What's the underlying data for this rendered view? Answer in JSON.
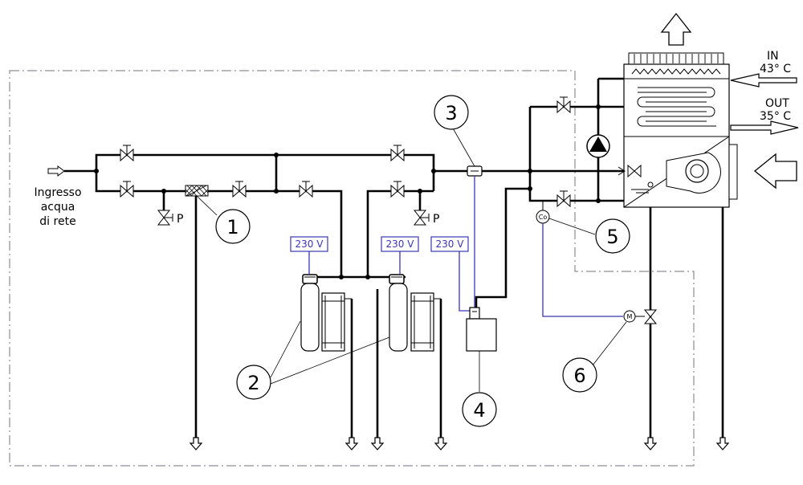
{
  "inlet": {
    "line1": "Ingresso",
    "line2": "acqua",
    "line3": "di rete"
  },
  "unit": {
    "in_label": "IN",
    "in_temp": "43° C",
    "out_label": "OUT",
    "out_temp": "35° C"
  },
  "voltage_label": "230 V",
  "valve_tag": "P",
  "sensor_tag": "Co",
  "motor_tag": "M",
  "callouts": [
    "1",
    "2",
    "3",
    "4",
    "5",
    "6"
  ],
  "colors": {
    "line": "#000000",
    "electric": "#3b35b5",
    "boundary": "#8d8d98"
  }
}
